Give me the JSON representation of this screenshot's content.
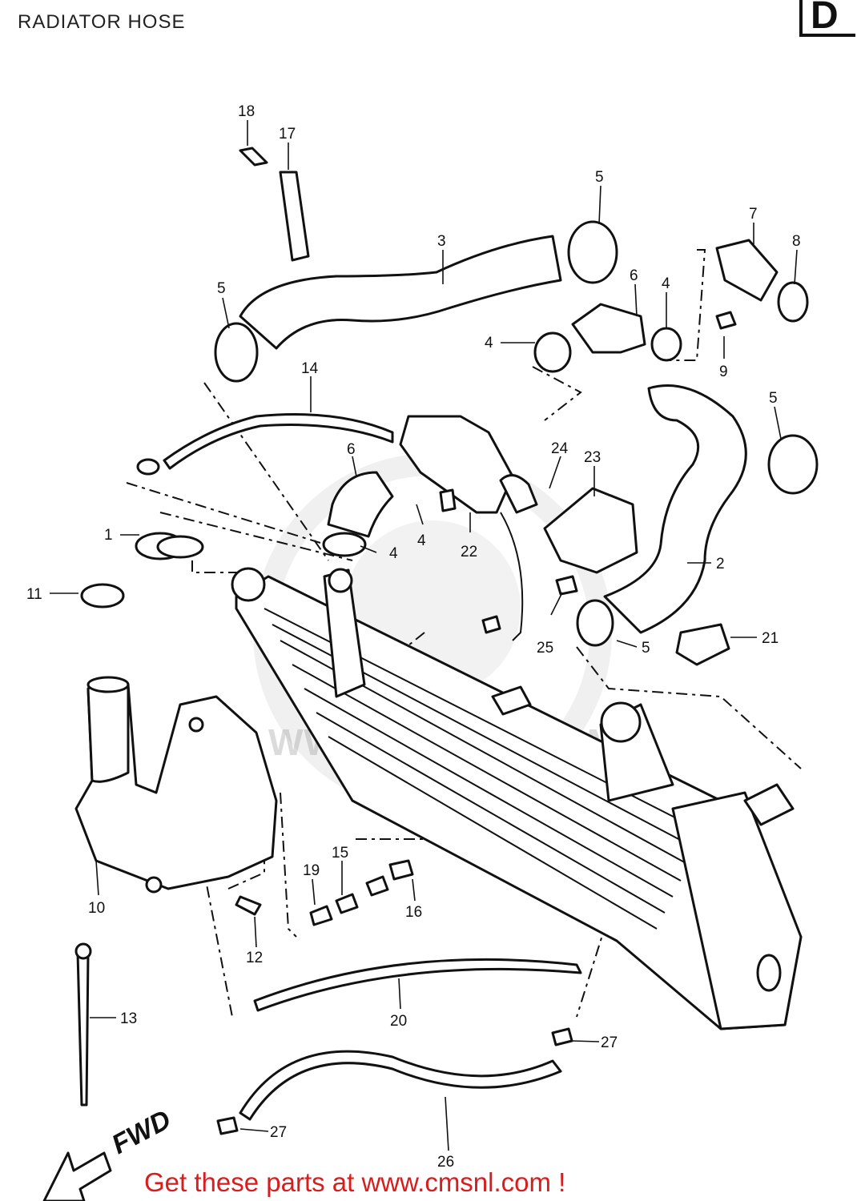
{
  "header": {
    "title": "RADIATOR HOSE",
    "section_letter": "D"
  },
  "watermark": {
    "text": "WWW.CMSNL.COM"
  },
  "fwd_label": "FWD",
  "footer": {
    "text": "Get these parts at www.cmsnl.com !"
  },
  "colors": {
    "footer_text": "#d61e1e",
    "line_art": "#111111"
  },
  "callouts": [
    {
      "id": "18",
      "text": "18"
    },
    {
      "id": "17",
      "text": "17"
    },
    {
      "id": "5a",
      "text": "5"
    },
    {
      "id": "3",
      "text": "3"
    },
    {
      "id": "5b",
      "text": "5"
    },
    {
      "id": "7",
      "text": "7"
    },
    {
      "id": "8",
      "text": "8"
    },
    {
      "id": "6a",
      "text": "6"
    },
    {
      "id": "4a",
      "text": "4"
    },
    {
      "id": "4b",
      "text": "4"
    },
    {
      "id": "9",
      "text": "9"
    },
    {
      "id": "14",
      "text": "14"
    },
    {
      "id": "5c",
      "text": "5"
    },
    {
      "id": "6b",
      "text": "6"
    },
    {
      "id": "24",
      "text": "24"
    },
    {
      "id": "23",
      "text": "23"
    },
    {
      "id": "1",
      "text": "1"
    },
    {
      "id": "4c",
      "text": "4"
    },
    {
      "id": "4d",
      "text": "4"
    },
    {
      "id": "22",
      "text": "22"
    },
    {
      "id": "2",
      "text": "2"
    },
    {
      "id": "11",
      "text": "11"
    },
    {
      "id": "25",
      "text": "25"
    },
    {
      "id": "5d",
      "text": "5"
    },
    {
      "id": "21",
      "text": "21"
    },
    {
      "id": "15",
      "text": "15"
    },
    {
      "id": "19",
      "text": "19"
    },
    {
      "id": "16",
      "text": "16"
    },
    {
      "id": "10",
      "text": "10"
    },
    {
      "id": "12",
      "text": "12"
    },
    {
      "id": "13",
      "text": "13"
    },
    {
      "id": "20",
      "text": "20"
    },
    {
      "id": "27a",
      "text": "27"
    },
    {
      "id": "27b",
      "text": "27"
    },
    {
      "id": "26",
      "text": "26"
    }
  ]
}
